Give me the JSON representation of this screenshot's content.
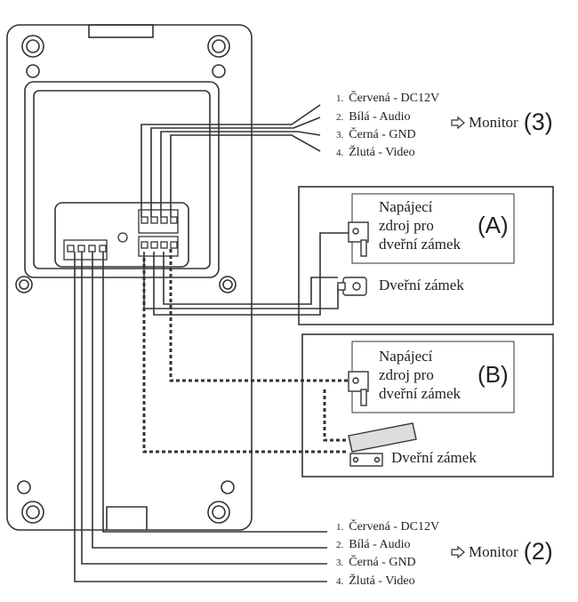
{
  "monitor3": {
    "wires": [
      {
        "num": "1.",
        "text": "Červená - DC12V"
      },
      {
        "num": "2.",
        "text": "Bílá - Audio"
      },
      {
        "num": "3.",
        "text": "Černá - GND"
      },
      {
        "num": "4.",
        "text": "Žlutá - Video"
      }
    ],
    "label": "Monitor",
    "number": "(3)"
  },
  "monitor2": {
    "wires": [
      {
        "num": "1.",
        "text": "Červená - DC12V"
      },
      {
        "num": "2.",
        "text": "Bílá - Audio"
      },
      {
        "num": "3.",
        "text": "Černá - GND"
      },
      {
        "num": "4.",
        "text": "Žlutá - Video"
      }
    ],
    "label": "Monitor",
    "number": "(2)"
  },
  "boxA": {
    "power_line1": "Napájecí",
    "power_line2": "zdroj pro",
    "power_line3": "dveřní zámek",
    "letter": "(A)",
    "lock": "Dveřní zámek"
  },
  "boxB": {
    "power_line1": "Napájecí",
    "power_line2": "zdroj pro",
    "power_line3": "dveřní zámek",
    "letter": "(B)",
    "lock": "Dveřní zámek"
  }
}
